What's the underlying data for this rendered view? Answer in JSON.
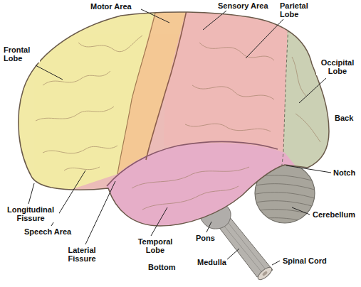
{
  "diagram": {
    "labels": [
      "Motor Area",
      "Sensory Area",
      "Parietal Lobe",
      "Frontal Lobe",
      "Occipital Lobe",
      "Back",
      "Notch",
      "Longitudinal Fissure",
      "Cerebellum",
      "Speech Area",
      "Pons",
      "Laterial Fissure",
      "Temporal Lobe",
      "Medulla",
      "Spinal Cord",
      "Bottom"
    ]
  }
}
